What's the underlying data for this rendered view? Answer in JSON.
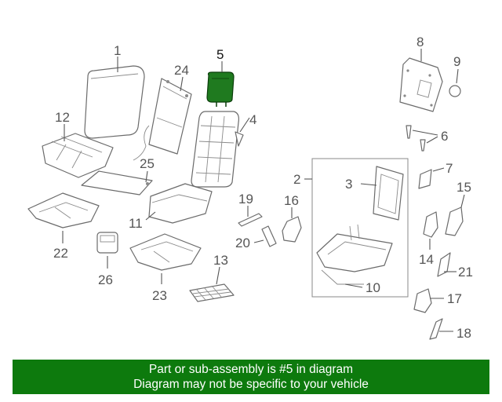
{
  "diagram": {
    "highlight_color": "#1f7a1f",
    "callouts": {
      "n1": "1",
      "n2": "2",
      "n3": "3",
      "n4": "4",
      "n5": "5",
      "n6": "6",
      "n7": "7",
      "n8": "8",
      "n9": "9",
      "n10": "10",
      "n11": "11",
      "n12": "12",
      "n13": "13",
      "n14": "14",
      "n15": "15",
      "n16": "16",
      "n17": "17",
      "n18": "18",
      "n19": "19",
      "n20": "20",
      "n21": "21",
      "n22": "22",
      "n23": "23",
      "n24": "24",
      "n25": "25",
      "n26": "26"
    }
  },
  "banner": {
    "background": "#0d7a0d",
    "line1": "Part or sub-assembly is #5 in diagram",
    "line2": "Diagram may not be specific to your vehicle"
  }
}
